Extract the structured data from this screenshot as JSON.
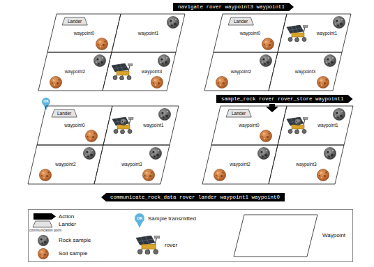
{
  "diagram": {
    "nodes": [
      {
        "text": [
          "navigate rover waypoint3 waypoint1"
        ]
      },
      {
        "text": [
          "waypoint0"
        ]
      },
      {
        "text": [
          "Lander"
        ],
        "in": 1
      },
      {
        "text": [
          "waypoint1"
        ]
      },
      {
        "text": [
          "waypoint2"
        ]
      },
      {
        "text": [
          "waypoint3"
        ]
      },
      {
        "text": [
          "waypoint0"
        ]
      },
      {
        "text": [
          "Lander"
        ],
        "in": 6
      },
      {
        "text": [
          "waypoint1"
        ]
      },
      {
        "text": [
          "waypoint2"
        ]
      },
      {
        "text": [
          "waypoint3"
        ]
      },
      {
        "text": [
          "sample_rock rover rover_store waypoint1"
        ]
      },
      {
        "text": [
          "waypoint0"
        ]
      },
      {
        "text": [
          "Lander"
        ],
        "in": 12
      },
      {
        "text": [
          "waypoint1"
        ]
      },
      {
        "text": [
          "waypoint2"
        ]
      },
      {
        "text": [
          "waypoint3"
        ]
      },
      {
        "text": [
          "waypoint0"
        ]
      },
      {
        "text": [
          "Lander"
        ],
        "in": 17
      },
      {
        "text": [
          "waypoint1"
        ]
      },
      {
        "text": [
          "waypoint2"
        ]
      },
      {
        "text": [
          "waypoint3"
        ]
      },
      {
        "text": [
          "communicate_rock_data rover lander waypoint1 waypoint0"
        ]
      }
    ],
    "labels": [
      "OK",
      "OK",
      "communication point"
    ],
    "legend": [
      {
        "text": "Action"
      },
      {
        "text": "Lander"
      },
      {
        "text": "Rock sample"
      },
      {
        "text": "Soil sample"
      },
      {
        "text": "Sample transmitted"
      },
      {
        "text": "rover"
      },
      {
        "text": "Waypoint"
      }
    ]
  }
}
